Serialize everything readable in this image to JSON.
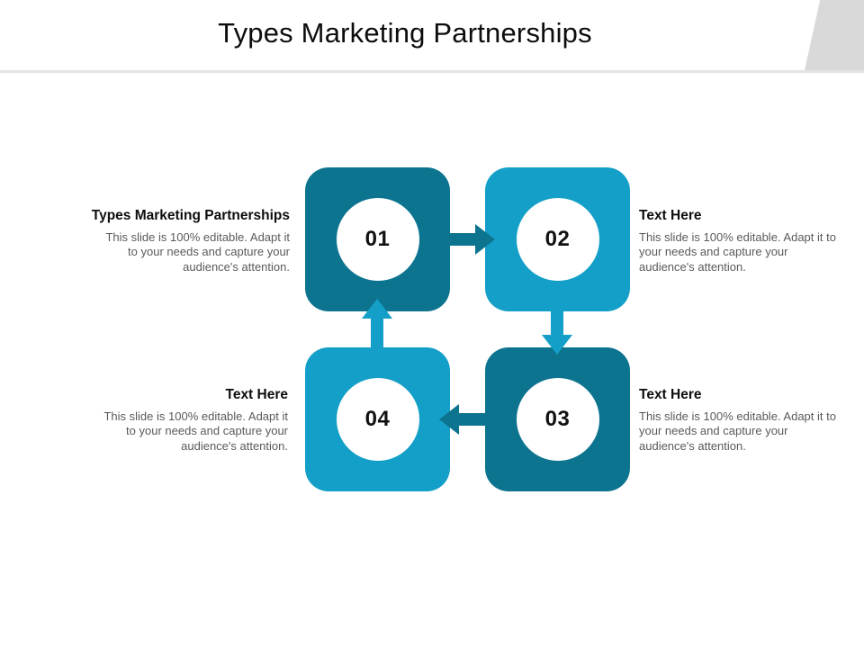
{
  "slide": {
    "title": "Types Marketing Partnerships",
    "colors": {
      "dark_teal": "#0D7490",
      "light_blue": "#139FC7",
      "header_accent": "#D9D9D9",
      "header_rule": "#E3E3E3",
      "heading_text": "#0D0D0D",
      "body_text": "#5A5A5A",
      "badge_fill": "#FFFFFF"
    }
  },
  "diagram": {
    "type": "cycle-4-step",
    "body_text": "This slide is 100% editable. Adapt it to your needs and capture your audience's attention.",
    "steps": [
      {
        "number": "01",
        "heading": "Types Marketing Partnerships",
        "body": "This slide is 100% editable. Adapt it to your needs and capture your audience's attention.",
        "box_color": "#0D7490",
        "text_side": "left",
        "position": "top-left"
      },
      {
        "number": "02",
        "heading": "Text Here",
        "body": "This slide is 100% editable. Adapt it to your needs and capture your audience's attention.",
        "box_color": "#139FC7",
        "text_side": "right",
        "position": "top-right"
      },
      {
        "number": "03",
        "heading": "Text Here",
        "body": "This slide is 100% editable. Adapt it to your needs and capture your audience's attention.",
        "box_color": "#0D7490",
        "text_side": "right",
        "position": "bottom-right"
      },
      {
        "number": "04",
        "heading": "Text Here",
        "body": "This slide is 100% editable. Adapt it to your needs and capture your audience's attention.",
        "box_color": "#139FC7",
        "text_side": "left",
        "position": "bottom-left"
      }
    ],
    "arrows": [
      {
        "from": "01",
        "to": "02",
        "direction": "right",
        "color": "#0D7490"
      },
      {
        "from": "02",
        "to": "03",
        "direction": "down",
        "color": "#139FC7"
      },
      {
        "from": "03",
        "to": "04",
        "direction": "left",
        "color": "#0D7490"
      },
      {
        "from": "04",
        "to": "01",
        "direction": "up",
        "color": "#139FC7"
      }
    ]
  }
}
